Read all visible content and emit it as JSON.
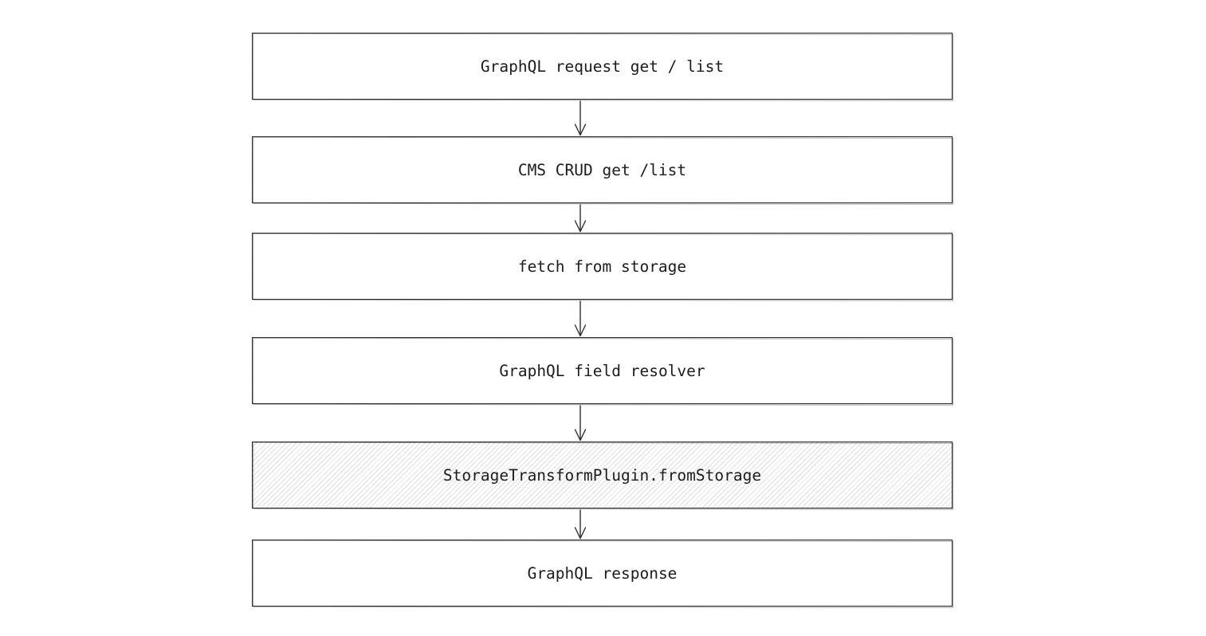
{
  "diagram": {
    "description": "Flowchart of a GraphQL get/list read path through CMS storage transform",
    "nodes": [
      {
        "id": "graphql-request",
        "label": "GraphQL request get / list",
        "fill": "solid"
      },
      {
        "id": "cms-crud",
        "label": "CMS CRUD get /list",
        "fill": "solid"
      },
      {
        "id": "fetch-storage",
        "label": "fetch from storage",
        "fill": "solid"
      },
      {
        "id": "field-resolver",
        "label": "GraphQL field resolver",
        "fill": "solid"
      },
      {
        "id": "storage-transform-plugin",
        "label": "StorageTransformPlugin.fromStorage",
        "fill": "hachure"
      },
      {
        "id": "graphql-response",
        "label": "GraphQL response",
        "fill": "solid"
      }
    ],
    "connectors": [
      {
        "from": "graphql-request",
        "to": "cms-crud",
        "type": "arrow-down"
      },
      {
        "from": "cms-crud",
        "to": "fetch-storage",
        "type": "arrow-down"
      },
      {
        "from": "fetch-storage",
        "to": "field-resolver",
        "type": "arrow-down"
      },
      {
        "from": "field-resolver",
        "to": "storage-transform-plugin",
        "type": "arrow-down"
      },
      {
        "from": "storage-transform-plugin",
        "to": "graphql-response",
        "type": "arrow-down"
      }
    ],
    "colors": {
      "stroke": "#2b2b2b",
      "text": "#1c1c1c",
      "hatch_line": "#dedede",
      "background": "#ffffff"
    }
  }
}
